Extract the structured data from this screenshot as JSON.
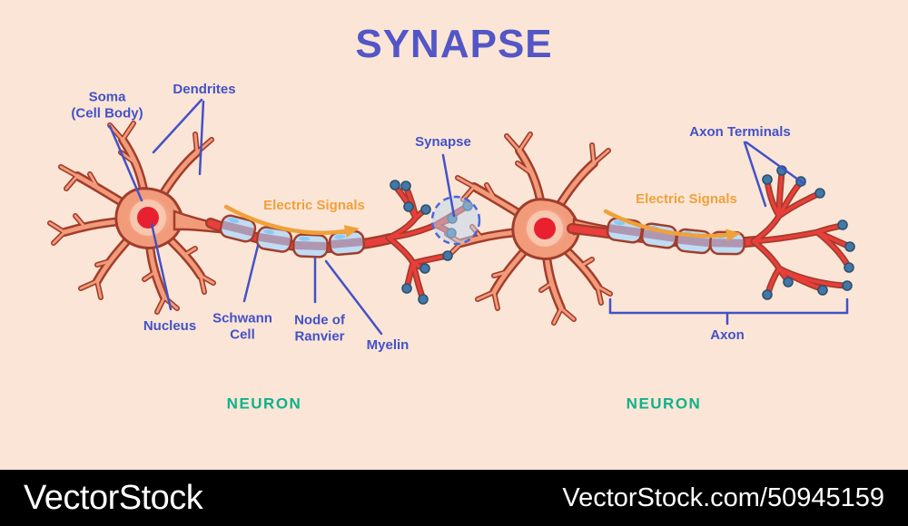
{
  "title": "SYNAPSE",
  "labels": {
    "soma": "Soma\n(Cell Body)",
    "dendrites": "Dendrites",
    "nucleus": "Nucleus",
    "schwann_cell": "Schwann\nCell",
    "node_of_ranvier": "Node of\nRanvier",
    "myelin": "Myelin",
    "synapse": "Synapse",
    "axon_terminals": "Axon Terminals",
    "axon": "Axon",
    "electric_signals_left": "Electric Signals",
    "electric_signals_right": "Electric Signals",
    "neuron_left": "NEURON",
    "neuron_right": "NEURON"
  },
  "watermark": {
    "brand": "VectorStock",
    "site_ref": "VectorStock.com/50945159"
  },
  "colors": {
    "background": "#FBE5D6",
    "title": "#5356C6",
    "label_blue": "#4352C6",
    "accent_orange": "#EFA13B",
    "neuron_green": "#0EB28B",
    "soma_fill": "#F29B7B",
    "soma_outline": "#A13D2B",
    "soma_halo": "#FAD0BA",
    "nucleus_red": "#E9202F",
    "axon_red": "#E93E3C",
    "myelin_blue": "#BFDCF4",
    "myelin_band": "#AD8BA4",
    "myelin_highlight": "#85C6F2",
    "terminal_dot": "#4377A6",
    "terminal_dot_edge": "#2B5170",
    "synapse_fill": "#BDD8F2",
    "synapse_stroke": "#4A66DB",
    "watermark_bg": "#000000",
    "watermark_text": "#FFFFFF"
  }
}
